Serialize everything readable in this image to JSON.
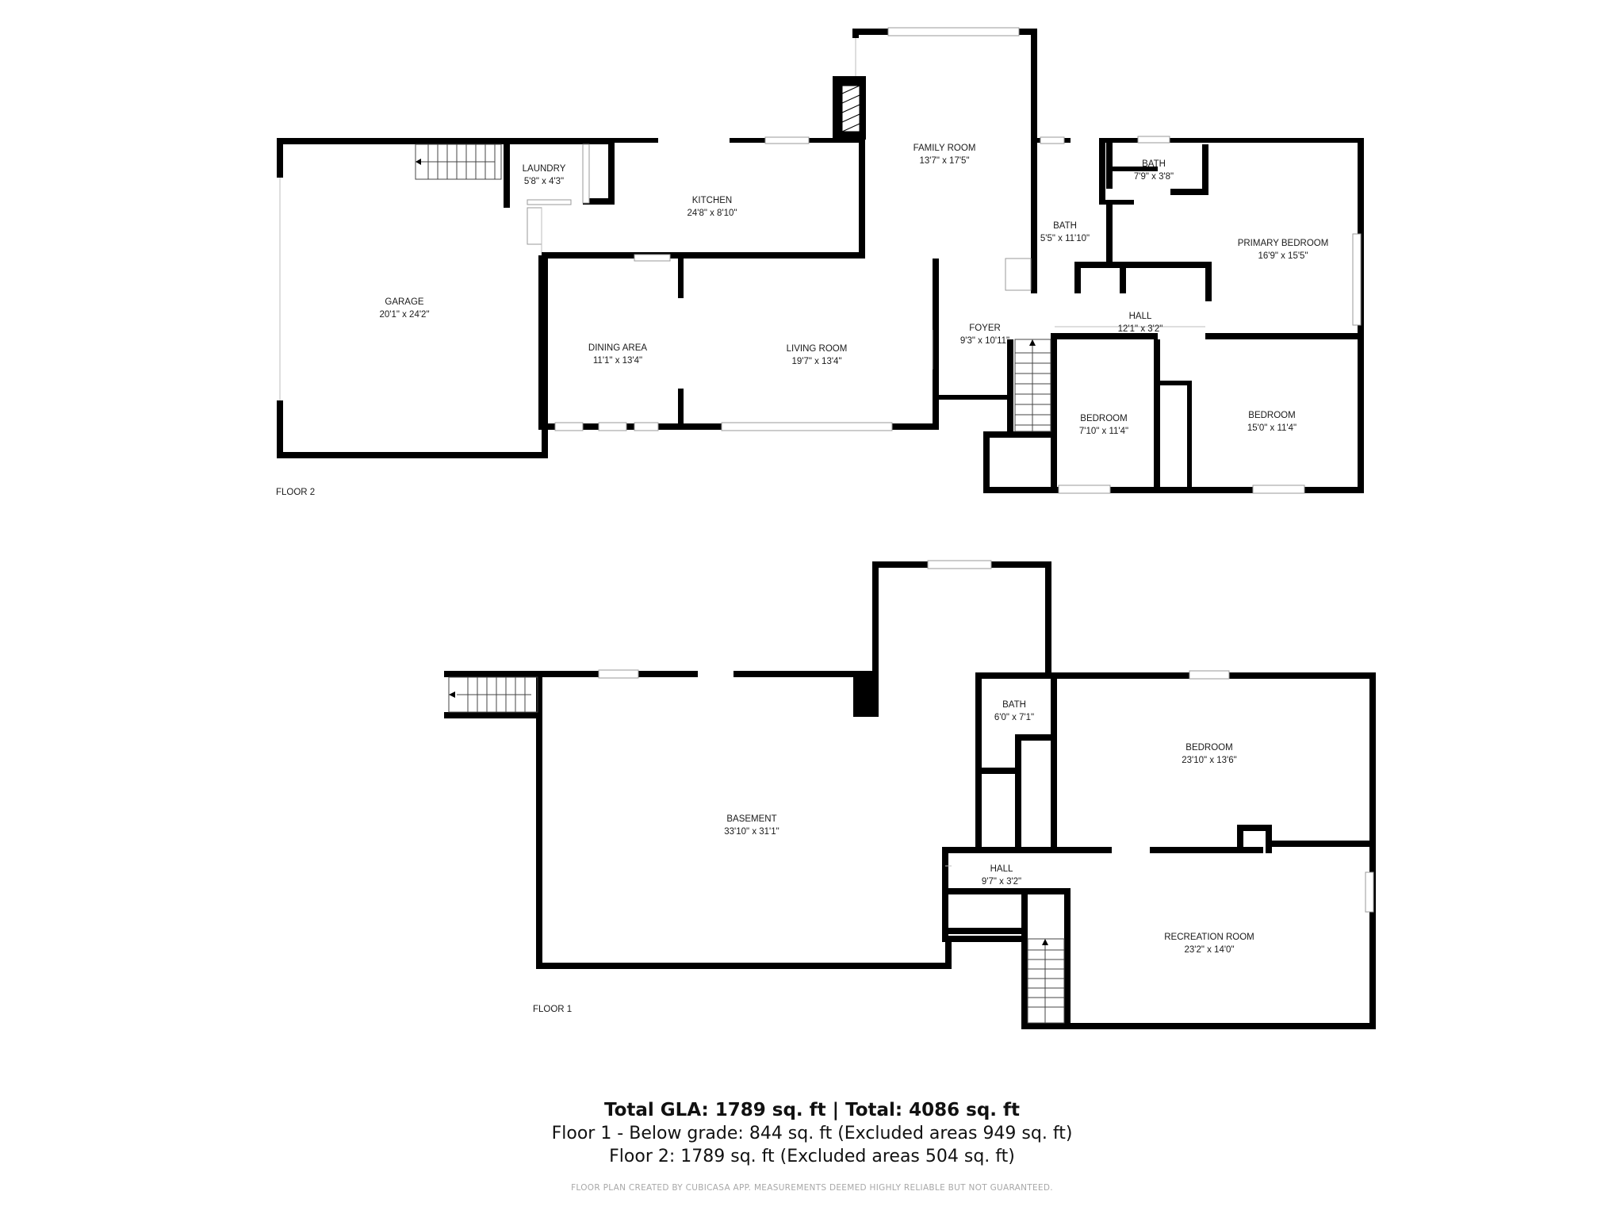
{
  "floors": [
    {
      "label": "FLOOR 2",
      "rooms": [
        {
          "name": "GARAGE",
          "dims": "20'1\" x 24'2\""
        },
        {
          "name": "LAUNDRY",
          "dims": "5'8\" x 4'3\""
        },
        {
          "name": "KITCHEN",
          "dims": "24'8\" x 8'10\""
        },
        {
          "name": "FAMILY ROOM",
          "dims": "13'7\" x 17'5\""
        },
        {
          "name": "BATH",
          "dims": "5'5\" x 11'10\""
        },
        {
          "name": "BATH",
          "dims": "7'9\" x 3'8\""
        },
        {
          "name": "PRIMARY BEDROOM",
          "dims": "16'9\" x 15'5\""
        },
        {
          "name": "DINING AREA",
          "dims": "11'1\" x 13'4\""
        },
        {
          "name": "LIVING ROOM",
          "dims": "19'7\" x 13'4\""
        },
        {
          "name": "FOYER",
          "dims": "9'3\" x 10'11\""
        },
        {
          "name": "HALL",
          "dims": "12'1\" x 3'2\""
        },
        {
          "name": "BEDROOM",
          "dims": "7'10\" x 11'4\""
        },
        {
          "name": "BEDROOM",
          "dims": "15'0\" x 11'4\""
        }
      ]
    },
    {
      "label": "FLOOR 1",
      "rooms": [
        {
          "name": "BATH",
          "dims": "6'0\" x 7'1\""
        },
        {
          "name": "BEDROOM",
          "dims": "23'10\" x 13'6\""
        },
        {
          "name": "BASEMENT",
          "dims": "33'10\" x 31'1\""
        },
        {
          "name": "HALL",
          "dims": "9'7\" x 3'2\""
        },
        {
          "name": "RECREATION ROOM",
          "dims": "23'2\" x 14'0\""
        }
      ]
    }
  ],
  "summary": {
    "total_line": "Total GLA: 1789 sq. ft | Total: 4086 sq. ft",
    "floor1_line": "Floor 1 - Below grade: 844 sq. ft (Excluded areas 949 sq. ft)",
    "floor2_line": "Floor 2: 1789 sq. ft (Excluded areas 504 sq. ft)"
  },
  "disclaimer": "FLOOR PLAN CREATED BY CUBICASA APP. MEASUREMENTS DEEMED HIGHLY RELIABLE BUT NOT GUARANTEED.",
  "colors": {
    "wall": "#000000",
    "text": "#1a1a1a",
    "disclaimer": "#a8a8a8"
  }
}
